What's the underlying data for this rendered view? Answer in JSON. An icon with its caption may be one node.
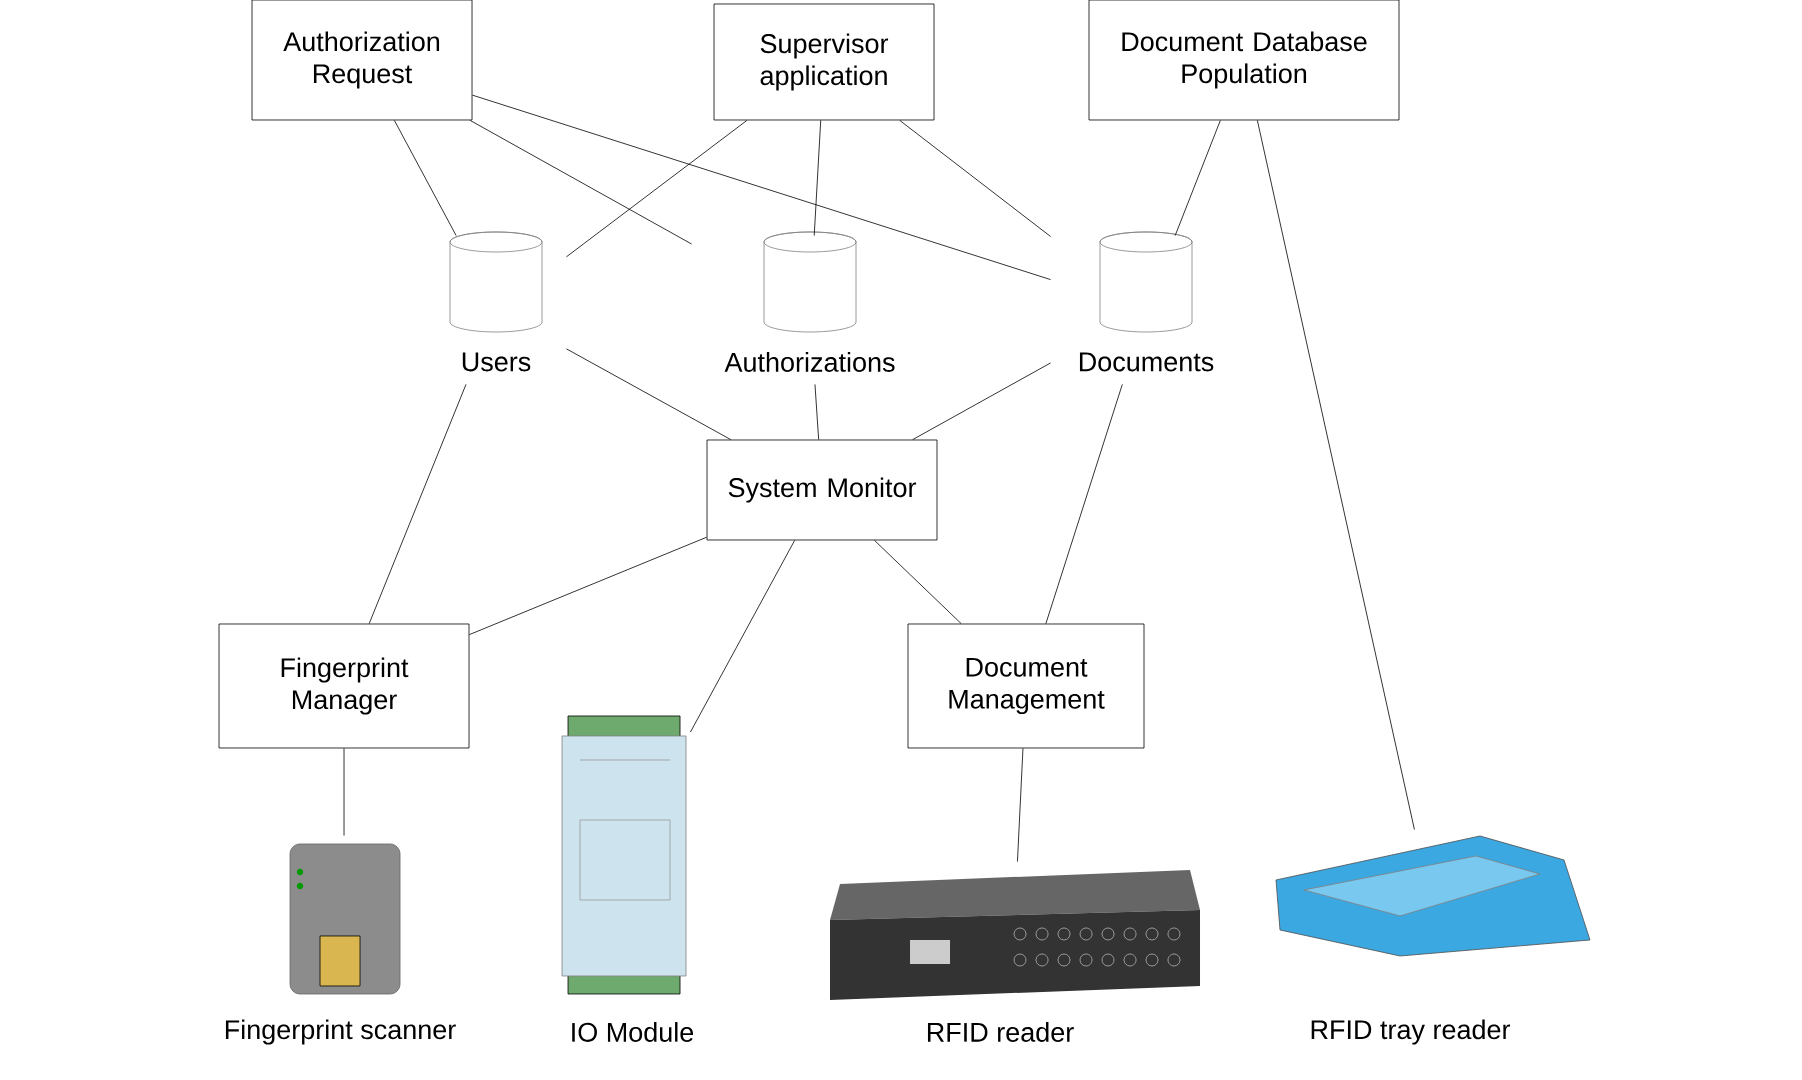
{
  "diagram": {
    "nodes": [
      {
        "text": [
          "Authorization Request"
        ]
      },
      {
        "text": [
          "Supervisor application"
        ]
      },
      {
        "text": [
          "Document Database Population"
        ]
      },
      {
        "text": [
          "Users"
        ]
      },
      {
        "text": [
          "Authorizations"
        ]
      },
      {
        "text": [
          "Documents"
        ]
      },
      {
        "text": [
          "System Monitor"
        ]
      },
      {
        "text": [
          "Fingerprint Manager"
        ]
      },
      {
        "text": [
          "Document Management"
        ]
      },
      {
        "text": [
          "Fingerprint scanner"
        ]
      },
      {
        "text": [
          "IO Module"
        ]
      },
      {
        "text": [
          "RFID reader"
        ]
      },
      {
        "text": [
          "RFID tray reader"
        ]
      }
    ],
    "edges": [
      {
        "from": 0,
        "to": 3,
        "arrow": "none"
      },
      {
        "from": 0,
        "to": 4,
        "arrow": "none"
      },
      {
        "from": 0,
        "to": 5,
        "arrow": "none"
      },
      {
        "from": 1,
        "to": 3,
        "arrow": "none"
      },
      {
        "from": 1,
        "to": 4,
        "arrow": "none"
      },
      {
        "from": 1,
        "to": 5,
        "arrow": "none"
      },
      {
        "from": 2,
        "to": 5,
        "arrow": "none"
      },
      {
        "from": 2,
        "to": 12,
        "arrow": "none"
      },
      {
        "from": 3,
        "to": 6,
        "arrow": "none"
      },
      {
        "from": 4,
        "to": 6,
        "arrow": "none"
      },
      {
        "from": 5,
        "to": 6,
        "arrow": "none"
      },
      {
        "from": 3,
        "to": 7,
        "arrow": "none"
      },
      {
        "from": 5,
        "to": 8,
        "arrow": "none"
      },
      {
        "from": 6,
        "to": 7,
        "arrow": "none"
      },
      {
        "from": 6,
        "to": 10,
        "arrow": "none"
      },
      {
        "from": 6,
        "to": 8,
        "arrow": "none"
      },
      {
        "from": 7,
        "to": 9,
        "arrow": "none"
      },
      {
        "from": 8,
        "to": 11,
        "arrow": "none"
      }
    ]
  }
}
